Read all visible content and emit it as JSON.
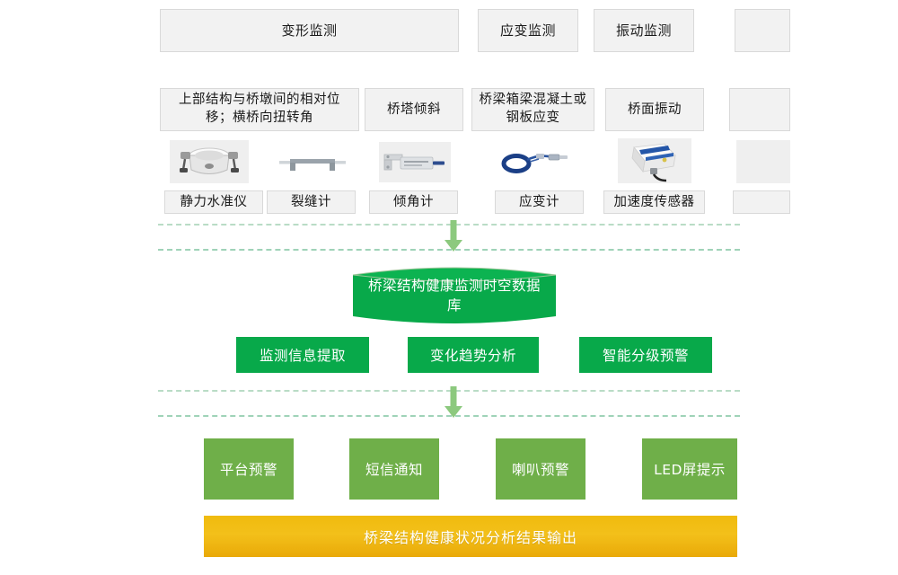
{
  "colors": {
    "box_fill": "#f2f2f2",
    "box_border": "#d9d9d9",
    "green_primary": "#08a94a",
    "green_alert": "#6faf49",
    "arrow_green": "#8cc97e",
    "dash_green": "#b9dcc6",
    "output_yellow": "#f0bb0e",
    "text_dark": "#1a1a1a",
    "text_light": "#ffffff"
  },
  "layers": {
    "monitoring_categories": [
      {
        "label": "变形监测"
      },
      {
        "label": "应变监测"
      },
      {
        "label": "振动监测"
      },
      {
        "label": ""
      }
    ],
    "measured_parameters": [
      {
        "label": "上部结构与桥墩间的相对位移；横桥向扭转角"
      },
      {
        "label": "桥塔倾斜"
      },
      {
        "label": "桥梁箱梁混凝土或钢板应变"
      },
      {
        "label": "桥面振动"
      },
      {
        "label": ""
      }
    ],
    "sensors": [
      {
        "label": "静力水准仪",
        "icon": "static-level-gauge-icon"
      },
      {
        "label": "裂缝计",
        "icon": "crack-meter-icon"
      },
      {
        "label": "倾角计",
        "icon": "inclinometer-icon"
      },
      {
        "label": "应变计",
        "icon": "strain-gauge-icon"
      },
      {
        "label": "加速度传感器",
        "icon": "accelerometer-icon"
      },
      {
        "label": "",
        "icon": "cutoff-sensor-icon"
      }
    ],
    "database": {
      "label": "桥梁结构健康监测时空数据库"
    },
    "analysis_modules": [
      {
        "label": "监测信息提取"
      },
      {
        "label": "变化趋势分析"
      },
      {
        "label": "智能分级预警"
      }
    ],
    "alert_channels": [
      {
        "label": "平台预警"
      },
      {
        "label": "短信通知"
      },
      {
        "label": "喇叭预警"
      },
      {
        "label": "LED屏提示"
      }
    ],
    "output_bar": {
      "label": "桥梁结构健康状况分析结果输出"
    }
  },
  "flow": {
    "arrow_1": "down-arrow-icon",
    "arrow_2": "down-arrow-icon",
    "divider_1": "dashed-divider",
    "divider_2": "dashed-divider",
    "divider_3": "dashed-divider",
    "divider_4": "dashed-divider"
  }
}
